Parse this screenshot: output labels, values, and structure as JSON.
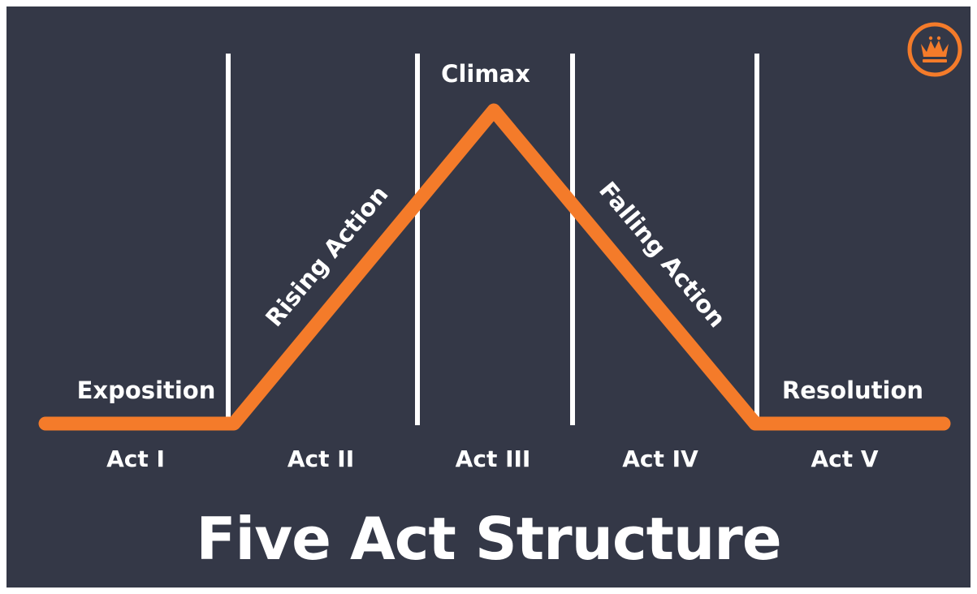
{
  "title": "Five Act Structure",
  "stages": {
    "exposition": "Exposition",
    "rising_action": "Rising Action",
    "climax": "Climax",
    "falling_action": "Falling Action",
    "resolution": "Resolution"
  },
  "acts": [
    "Act I",
    "Act II",
    "Act III",
    "Act IV",
    "Act V"
  ],
  "colors": {
    "background": "#343847",
    "accent": "#F47B2A",
    "text": "#ffffff",
    "divider": "#ffffff"
  },
  "logo": {
    "icon": "crown-icon"
  }
}
